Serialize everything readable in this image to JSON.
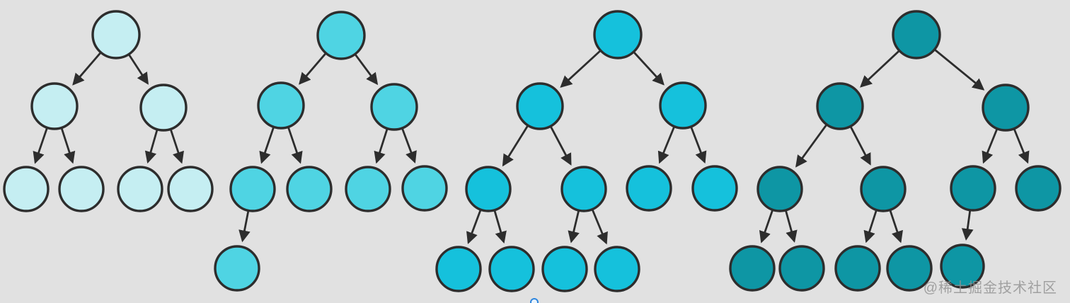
{
  "background_color": "#e1e1e1",
  "watermark": {
    "text": "@稀土掘金技术社区",
    "color": "rgba(145,145,145,0.82)"
  },
  "bottom_glyph": {
    "name": "blue-circle-glyph",
    "color": "#2e86de"
  },
  "diagram": {
    "type": "binary-trees",
    "stroke_color": "#2d2d2d",
    "node_stroke_width": 3.4,
    "edge_stroke_width": 2.8,
    "trees": [
      {
        "name": "tree-1",
        "fill": "#c5eef2",
        "nodes": [
          [
            164,
            49,
            33
          ],
          [
            77,
            150,
            32
          ],
          [
            231,
            152,
            32
          ],
          [
            37,
            267,
            31
          ],
          [
            115,
            267,
            31
          ],
          [
            198,
            267,
            31
          ],
          [
            269,
            267,
            31
          ]
        ],
        "edges": [
          [
            0,
            1
          ],
          [
            0,
            2
          ],
          [
            1,
            3
          ],
          [
            1,
            4
          ],
          [
            2,
            5
          ],
          [
            2,
            6
          ]
        ]
      },
      {
        "name": "tree-2",
        "fill": "#4fd4e3",
        "nodes": [
          [
            482,
            50,
            33
          ],
          [
            397,
            149,
            32
          ],
          [
            557,
            151,
            32
          ],
          [
            357,
            267,
            31
          ],
          [
            437,
            267,
            31
          ],
          [
            520,
            267,
            31
          ],
          [
            600,
            266,
            31
          ],
          [
            335,
            379,
            31
          ]
        ],
        "edges": [
          [
            0,
            1
          ],
          [
            0,
            2
          ],
          [
            1,
            3
          ],
          [
            1,
            4
          ],
          [
            2,
            5
          ],
          [
            2,
            6
          ],
          [
            3,
            7
          ]
        ]
      },
      {
        "name": "tree-3",
        "fill": "#15c1dc",
        "nodes": [
          [
            873,
            49,
            33
          ],
          [
            763,
            150,
            32
          ],
          [
            965,
            149,
            32
          ],
          [
            690,
            267,
            31
          ],
          [
            825,
            267,
            31
          ],
          [
            917,
            266,
            31
          ],
          [
            1010,
            266,
            31
          ],
          [
            648,
            380,
            31
          ],
          [
            723,
            380,
            31
          ],
          [
            798,
            380,
            31
          ],
          [
            872,
            380,
            31
          ]
        ],
        "edges": [
          [
            0,
            1
          ],
          [
            0,
            2
          ],
          [
            1,
            3
          ],
          [
            1,
            4
          ],
          [
            2,
            5
          ],
          [
            2,
            6
          ],
          [
            3,
            7
          ],
          [
            3,
            8
          ],
          [
            4,
            9
          ],
          [
            4,
            10
          ]
        ]
      },
      {
        "name": "tree-4",
        "fill": "#0e96a4",
        "nodes": [
          [
            1295,
            49,
            33
          ],
          [
            1187,
            150,
            32
          ],
          [
            1421,
            152,
            32
          ],
          [
            1102,
            267,
            31
          ],
          [
            1248,
            267,
            31
          ],
          [
            1375,
            266,
            31
          ],
          [
            1467,
            266,
            31
          ],
          [
            1063,
            379,
            31
          ],
          [
            1133,
            379,
            31
          ],
          [
            1212,
            379,
            31
          ],
          [
            1285,
            379,
            31
          ],
          [
            1360,
            376,
            30
          ]
        ],
        "edges": [
          [
            0,
            1
          ],
          [
            0,
            2
          ],
          [
            1,
            3
          ],
          [
            1,
            4
          ],
          [
            2,
            5
          ],
          [
            2,
            6
          ],
          [
            3,
            7
          ],
          [
            3,
            8
          ],
          [
            4,
            9
          ],
          [
            4,
            10
          ],
          [
            5,
            11
          ]
        ]
      }
    ]
  }
}
